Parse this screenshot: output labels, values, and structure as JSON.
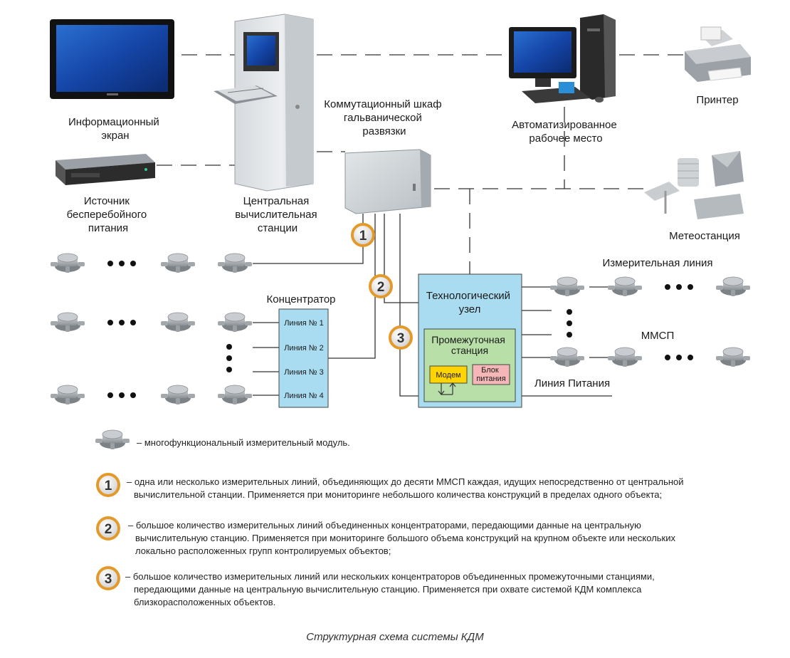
{
  "labels": {
    "info_screen": [
      "Информационный",
      "экран"
    ],
    "ups": [
      "Источник",
      "бесперебойного",
      "питания"
    ],
    "central_station": [
      "Центральная",
      "вычислительная",
      "станции"
    ],
    "switch_cabinet": [
      "Коммутационный шкаф",
      "гальванической",
      "развязки"
    ],
    "workstation": [
      "Автоматизированное",
      "рабочее место"
    ],
    "printer": "Принтер",
    "weather": "Метеостанция",
    "measuring_line": "Измерительная линия",
    "concentrator": "Концентратор",
    "lines": [
      "Линия № 1",
      "Линия № 2",
      "Линия № 3",
      "Линия № 4"
    ],
    "tech_node": [
      "Технологический",
      "узел"
    ],
    "intermediate": [
      "Промежуточная",
      "станция"
    ],
    "modem": "Модем",
    "power_block": [
      "Блок",
      "питания"
    ],
    "mmsp": "ММСП",
    "power_line": "Линия Питания",
    "badges": [
      "1",
      "2",
      "3"
    ]
  },
  "legend": {
    "module": "– многофункциональный измерительный модуль.",
    "item1": [
      "– одна или несколько измерительных линий, объединяющих до десяти ММСП каждая, идущих непосредственно от центральной",
      "вычислительной станции. Применяется при мониторинге небольшого количества конструкций в пределах одного объекта;"
    ],
    "item2": [
      "– большое количество измерительных линий объединенных концентраторами, передающими данные на центральную",
      "вычислительную станцию. Применяется при мониторинге большого объема конструкций на крупном объекте или нескольких",
      "локально расположенных групп контролируемых объектов;"
    ],
    "item3": [
      "– большое количество измерительных линий или нескольких концентраторов объединенных промежуточными станциями,",
      "передающими данные на центральную вычислительную станцию. Применяется при охвате системой КДМ комплекса",
      "близкорасположенных объектов."
    ]
  },
  "caption": "Структурная схема системы КДМ",
  "colors": {
    "concentrator_fill": "#a9dcf0",
    "tech_node_fill": "#a9dcf0",
    "intermediate_fill": "#b8dfa8",
    "modem_fill": "#ffd400",
    "power_block_fill": "#f4b6b6",
    "badge_ring": "#e39a2a"
  }
}
